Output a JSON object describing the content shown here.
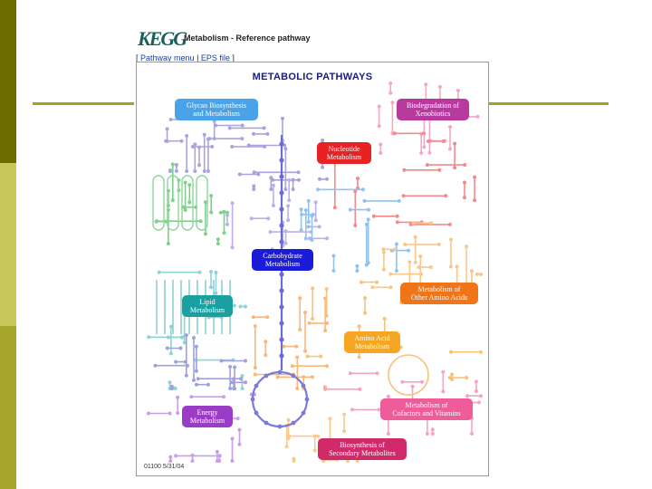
{
  "header": {
    "logo_text": "KEGG",
    "title": "Metabolism - Reference pathway",
    "link_open": "[ ",
    "link_pathway_menu": "Pathway menu",
    "link_sep": " | ",
    "link_eps_file": "EPS file",
    "link_close": " ]"
  },
  "map": {
    "title": "METABOLIC PATHWAYS",
    "map_id": "01100  5/31/04",
    "pathways": [
      {
        "key": "glycan",
        "line1": "Glycan Biosynthesis",
        "line2": "and Metabolism",
        "color": "#4aa3e8"
      },
      {
        "key": "xenobiotics",
        "line1": "Biodegradation of",
        "line2": "Xenobiotics",
        "color": "#b83a9e"
      },
      {
        "key": "nucleotide",
        "line1": "Nucleotide",
        "line2": "Metabolism",
        "color": "#e82222"
      },
      {
        "key": "carbohydrate",
        "line1": "Carbohydrate",
        "line2": "Metabolism",
        "color": "#1c1cd8"
      },
      {
        "key": "other_amino",
        "line1": "Metabolism of",
        "line2": "Other Amino Acids",
        "color": "#f07418"
      },
      {
        "key": "lipid",
        "line1": "Lipid",
        "line2": "Metabolism",
        "color": "#1aa0a0"
      },
      {
        "key": "amino_acid",
        "line1": "Amino Acid",
        "line2": "Metabolism",
        "color": "#f5a623"
      },
      {
        "key": "cofactors",
        "line1": "Metabolism of",
        "line2": "Cofactors and Vitamins",
        "color": "#ee5c9a"
      },
      {
        "key": "energy",
        "line1": "Energy",
        "line2": "Metabolism",
        "color": "#9a3cc8"
      },
      {
        "key": "secondary",
        "line1": "Biosynthesis of",
        "line2": "Secondary Metabolites",
        "color": "#d02a6a"
      }
    ]
  }
}
